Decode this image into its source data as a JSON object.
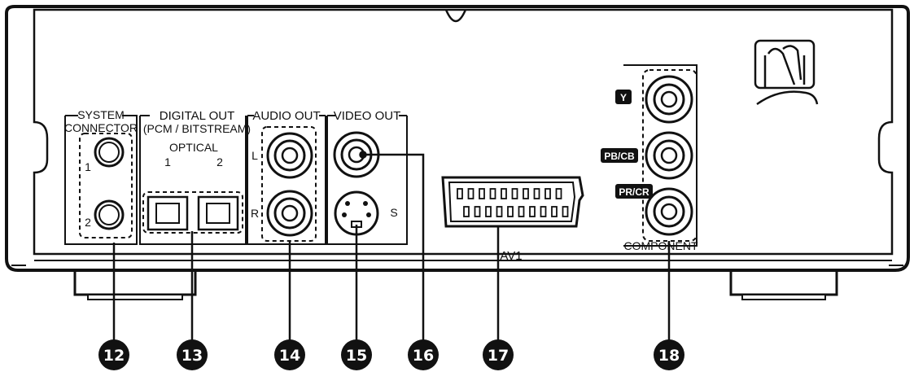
{
  "sections": {
    "system_connector": {
      "line1": "SYSTEM",
      "line2": "CONNECTOR",
      "port1": "1",
      "port2": "2"
    },
    "digital_out": {
      "line1": "DIGITAL OUT",
      "line2": "(PCM / BITSTREAM)",
      "sub": "OPTICAL",
      "port1": "1",
      "port2": "2"
    },
    "audio_out": {
      "title": "AUDIO OUT",
      "left": "L",
      "right": "R"
    },
    "video_out": {
      "title": "VIDEO OUT",
      "svideo": "S"
    },
    "scart": {
      "label": "AV1"
    },
    "component": {
      "title": "COMPONENT",
      "y": "Y",
      "pb": "PB/CB",
      "pr": "PR/CR"
    }
  },
  "callouts": [
    "12",
    "13",
    "14",
    "15",
    "16",
    "17",
    "18"
  ]
}
